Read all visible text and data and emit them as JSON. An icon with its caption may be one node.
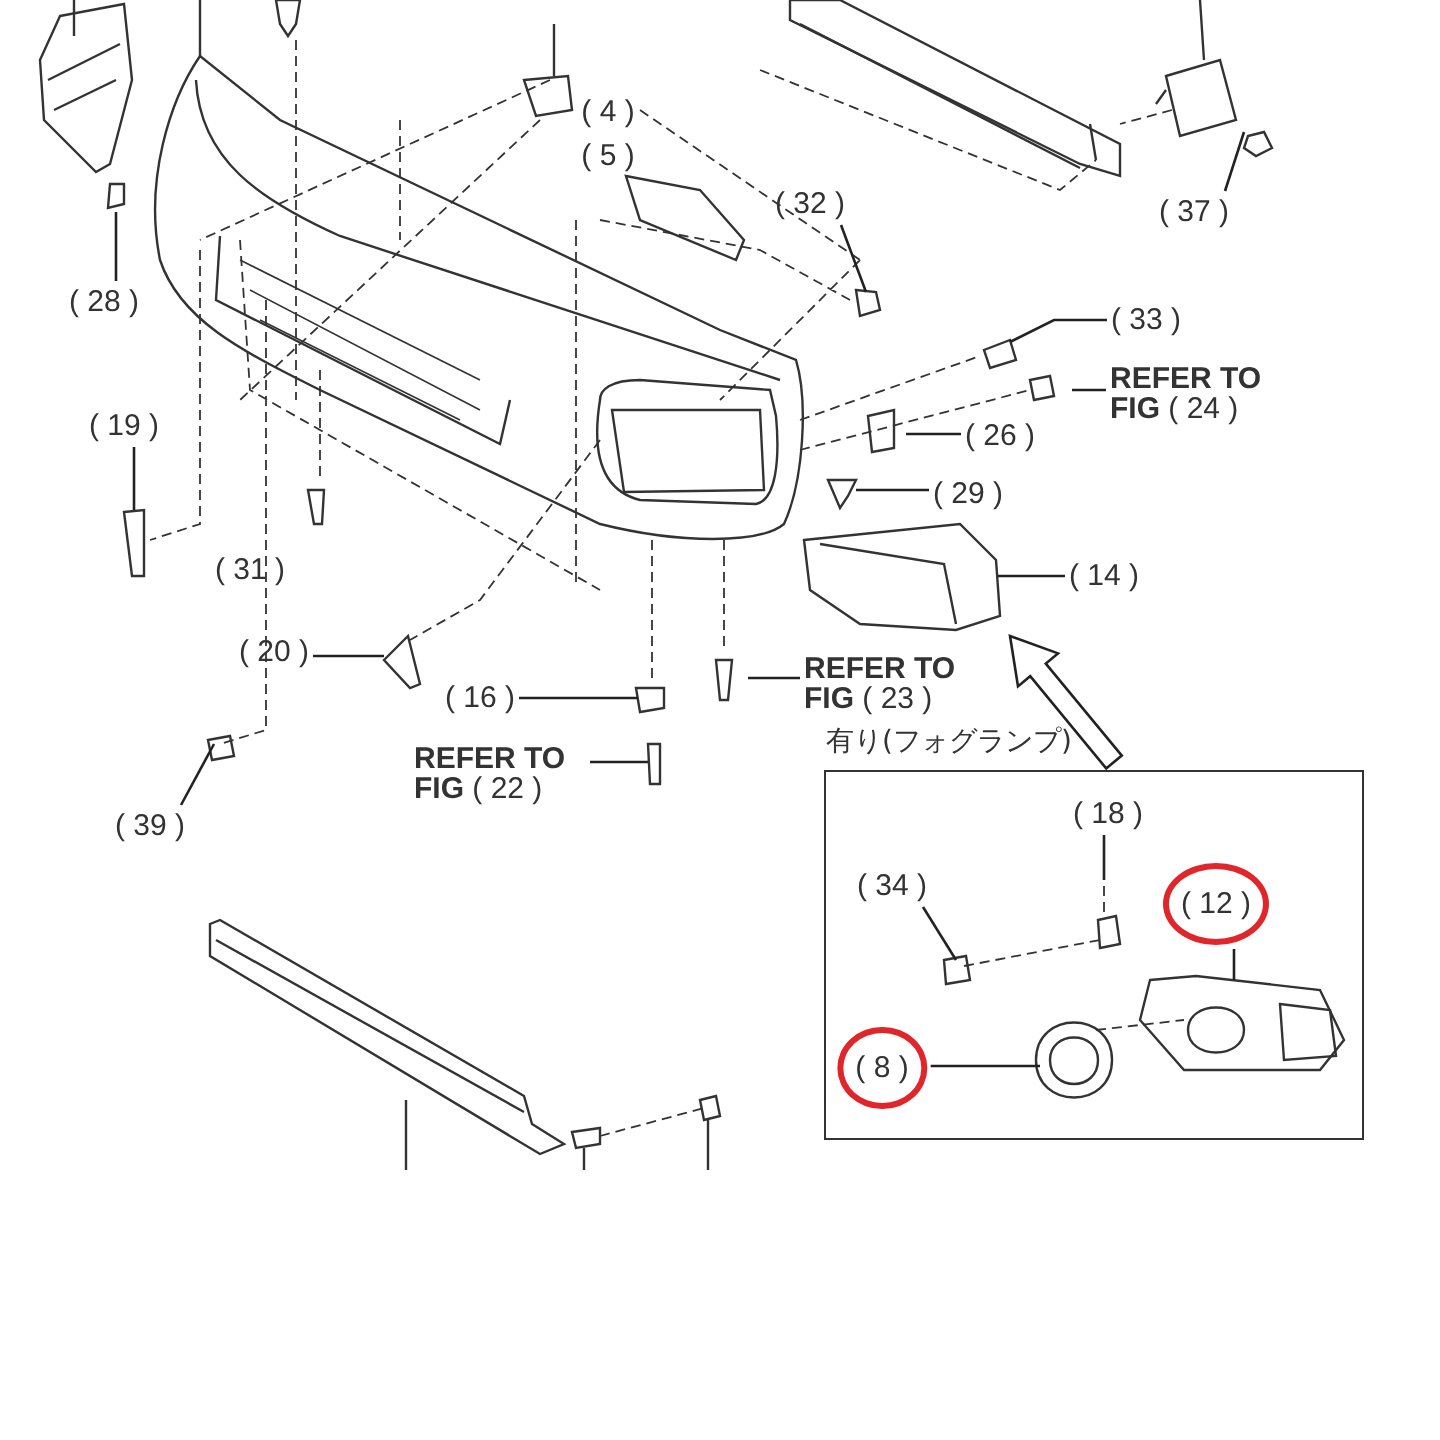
{
  "diagram": {
    "nodes": [
      {
        "text": [
          "( 32 )"
        ]
      },
      {
        "text": [
          "( 37 )"
        ]
      },
      {
        "text": [
          "( 28 )"
        ]
      },
      {
        "text": [
          "( 33 )"
        ]
      },
      {
        "text": [
          "**REFER TO FIG** ( 24 )"
        ]
      },
      {
        "text": [
          "( 19 )"
        ]
      },
      {
        "text": [
          "( 26 )"
        ]
      },
      {
        "text": [
          "( 29 )"
        ]
      },
      {
        "text": [
          "( 14 )"
        ]
      },
      {
        "text": [
          "( 20 )"
        ]
      },
      {
        "text": [
          "**REFER TO FIG** ( 23 )"
        ]
      },
      {
        "text": [
          "( 16 )"
        ]
      },
      {
        "text": [
          "**REFER TO FIG** ( 22 )"
        ]
      },
      {
        "text": [
          "( 39 )"
        ]
      },
      {
        "text": [
          "有り(フォグランプ)"
        ]
      },
      {
        "text": [
          "( 18 )"
        ],
        "in": 14
      },
      {
        "text": [
          "( 34 )"
        ],
        "in": 14
      },
      {
        "text": [
          "( 12 )"
        ],
        "in": 14
      },
      {
        "text": [
          "( 8 )"
        ],
        "in": 14
      }
    ],
    "edges": [
      {
        "from": 0,
        "to": null,
        "arrow": "none"
      },
      {
        "from": 1,
        "to": null,
        "arrow": "none"
      },
      {
        "from": 2,
        "to": null,
        "arrow": "none"
      },
      {
        "from": 3,
        "to": null,
        "arrow": "none"
      },
      {
        "from": 4,
        "to": null,
        "arrow": "none"
      },
      {
        "from": 5,
        "to": null,
        "arrow": "none"
      },
      {
        "from": 6,
        "to": null,
        "arrow": "none"
      },
      {
        "from": 7,
        "to": null,
        "arrow": "none"
      },
      {
        "from": 8,
        "to": null,
        "arrow": "none"
      },
      {
        "from": 9,
        "to": null,
        "arrow": "none"
      },
      {
        "from": 10,
        "to": null,
        "arrow": "none"
      },
      {
        "from": 11,
        "to": null,
        "arrow": "none"
      },
      {
        "from": 12,
        "to": null,
        "arrow": "none"
      },
      {
        "from": 13,
        "to": null,
        "arrow": "none"
      },
      {
        "from": 14,
        "to": null,
        "arrow": "to"
      },
      {
        "from": 15,
        "to": null,
        "arrow": "none"
      },
      {
        "from": 16,
        "to": null,
        "arrow": "none"
      },
      {
        "from": 17,
        "to": null,
        "arrow": "none"
      },
      {
        "from": 18,
        "to": null,
        "arrow": "none"
      }
    ],
    "labels": [
      "( 4 )",
      "( 5 )",
      "( 31 )"
    ]
  }
}
